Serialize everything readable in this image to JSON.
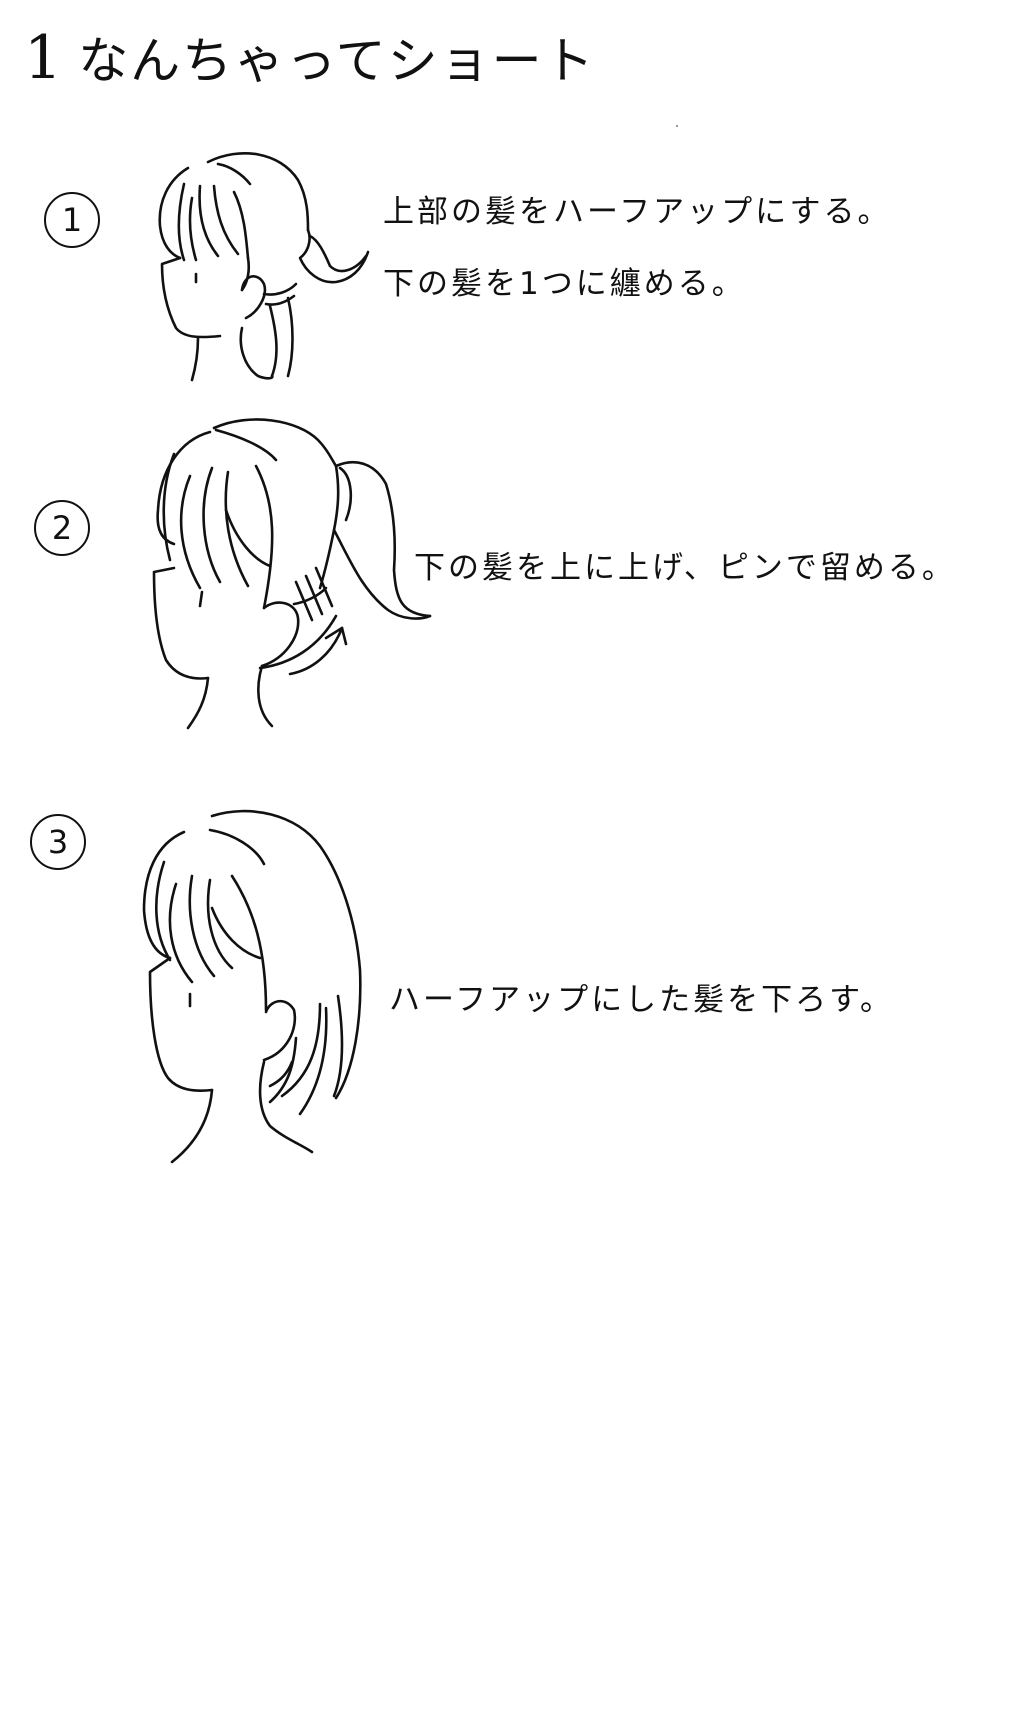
{
  "page": {
    "title_number": "1",
    "title": "なんちゃってショート",
    "background": "#ffffff",
    "ink_color": "#111111"
  },
  "steps": [
    {
      "badge": "1",
      "illustration": "half-up-ponytail-side-profile",
      "captions": [
        "上部の髪をハーフアップにする。",
        "下の髪を1つに纏める。"
      ]
    },
    {
      "badge": "2",
      "illustration": "lower-hair-lifted-and-pinned-with-arrow",
      "captions": [
        "下の髪を上に上げ、ピンで留める。"
      ]
    },
    {
      "badge": "3",
      "illustration": "half-up-hair-let-down-bob-look",
      "captions": [
        "ハーフアップにした髪を下ろす。"
      ]
    }
  ]
}
